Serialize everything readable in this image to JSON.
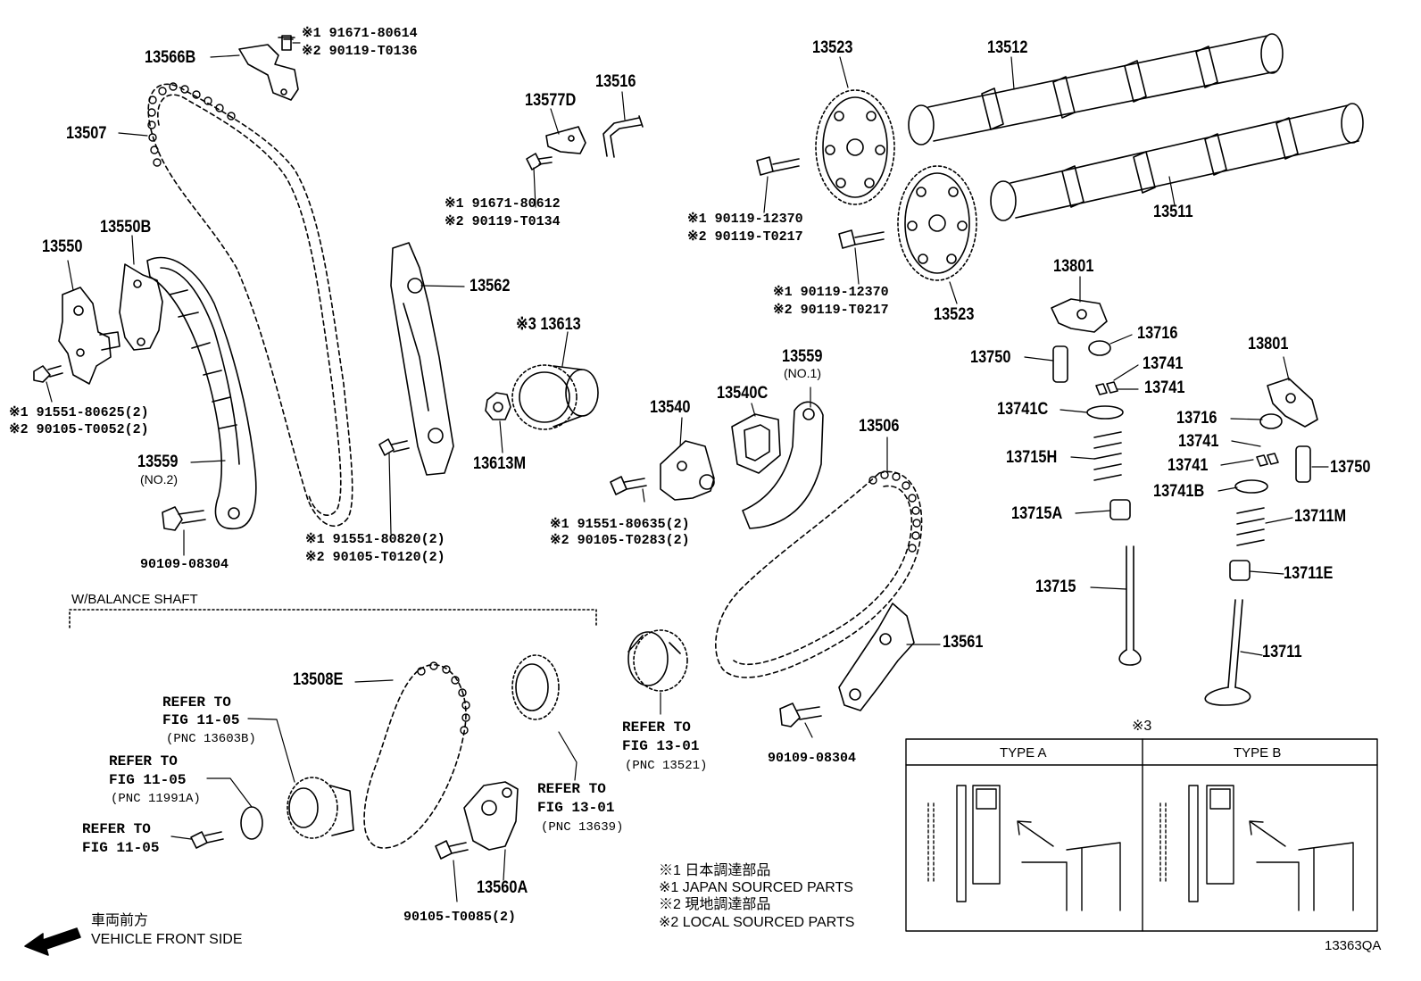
{
  "diagram_code": "13363QA",
  "section_title": "W/BALANCE SHAFT",
  "legend": {
    "l1_jp": "※1 日本調達部品",
    "l1_en": "※1 JAPAN SOURCED PARTS",
    "l2_jp": "※2 現地調達部品",
    "l2_en": "※2 LOCAL SOURCED PARTS"
  },
  "front": {
    "jp": "車両前方",
    "en": "VEHICLE FRONT SIDE"
  },
  "type_box": {
    "mark": "※3",
    "type_a": "TYPE A",
    "type_b": "TYPE B"
  },
  "parts": {
    "p13566B": "13566B",
    "p13507": "13507",
    "p13550": "13550",
    "p13550B": "13550B",
    "p13559_2": "13559",
    "p13559_2_sub": "(NO.2)",
    "p90109_a": "90109-08304",
    "p13577D": "13577D",
    "p13516": "13516",
    "p13562": "13562",
    "p13613": "※3 13613",
    "p13613M": "13613M",
    "p13523_a": "13523",
    "p13523_b": "13523",
    "p13512": "13512",
    "p13511": "13511",
    "p13801_a": "13801",
    "p13801_b": "13801",
    "p13716_a": "13716",
    "p13716_b": "13716",
    "p13750_a": "13750",
    "p13750_b": "13750",
    "p13741_a": "13741",
    "p13741_b": "13741",
    "p13741_c": "13741",
    "p13741_d": "13741",
    "p13741C": "13741C",
    "p13741B": "13741B",
    "p13715H": "13715H",
    "p13715A": "13715A",
    "p13715": "13715",
    "p13711M": "13711M",
    "p13711E": "13711E",
    "p13711": "13711",
    "p13540": "13540",
    "p13540C": "13540C",
    "p13559_1": "13559",
    "p13559_1_sub": "(NO.1)",
    "p13506": "13506",
    "p13561": "13561",
    "p90109_b": "90109-08304",
    "p13508E": "13508E",
    "p13560A": "13560A"
  },
  "bolts": {
    "b1_1": "※1 91671-80614",
    "b1_2": "※2 90119-T0136",
    "b2_1": "※1 91671-80612",
    "b2_2": "※2 90119-T0134",
    "b3_1": "※1 90119-12370",
    "b3_2": "※2 90119-T0217",
    "b4_1": "※1 90119-12370",
    "b4_2": "※2 90119-T0217",
    "b5_1": "※1 91551-80625(2)",
    "b5_2": "※2 90105-T0052(2)",
    "b6_1": "※1 91551-80820(2)",
    "b6_2": "※2 90105-T0120(2)",
    "b7_1": "※1 91551-80635(2)",
    "b7_2": "※2 90105-T0283(2)",
    "b8": "90105-T0085(2)"
  },
  "refs": {
    "r1_a": "REFER TO",
    "r1_b": "FIG 11-05",
    "r1_c": "(PNC 13603B)",
    "r2_a": "REFER TO",
    "r2_b": "FIG 11-05",
    "r2_c": "(PNC 11991A)",
    "r3_a": "REFER TO",
    "r3_b": "FIG 11-05",
    "r4_a": "REFER TO",
    "r4_b": "FIG 13-01",
    "r4_c": "(PNC 13639)",
    "r5_a": "REFER TO",
    "r5_b": "FIG 13-01",
    "r5_c": "(PNC 13521)"
  }
}
